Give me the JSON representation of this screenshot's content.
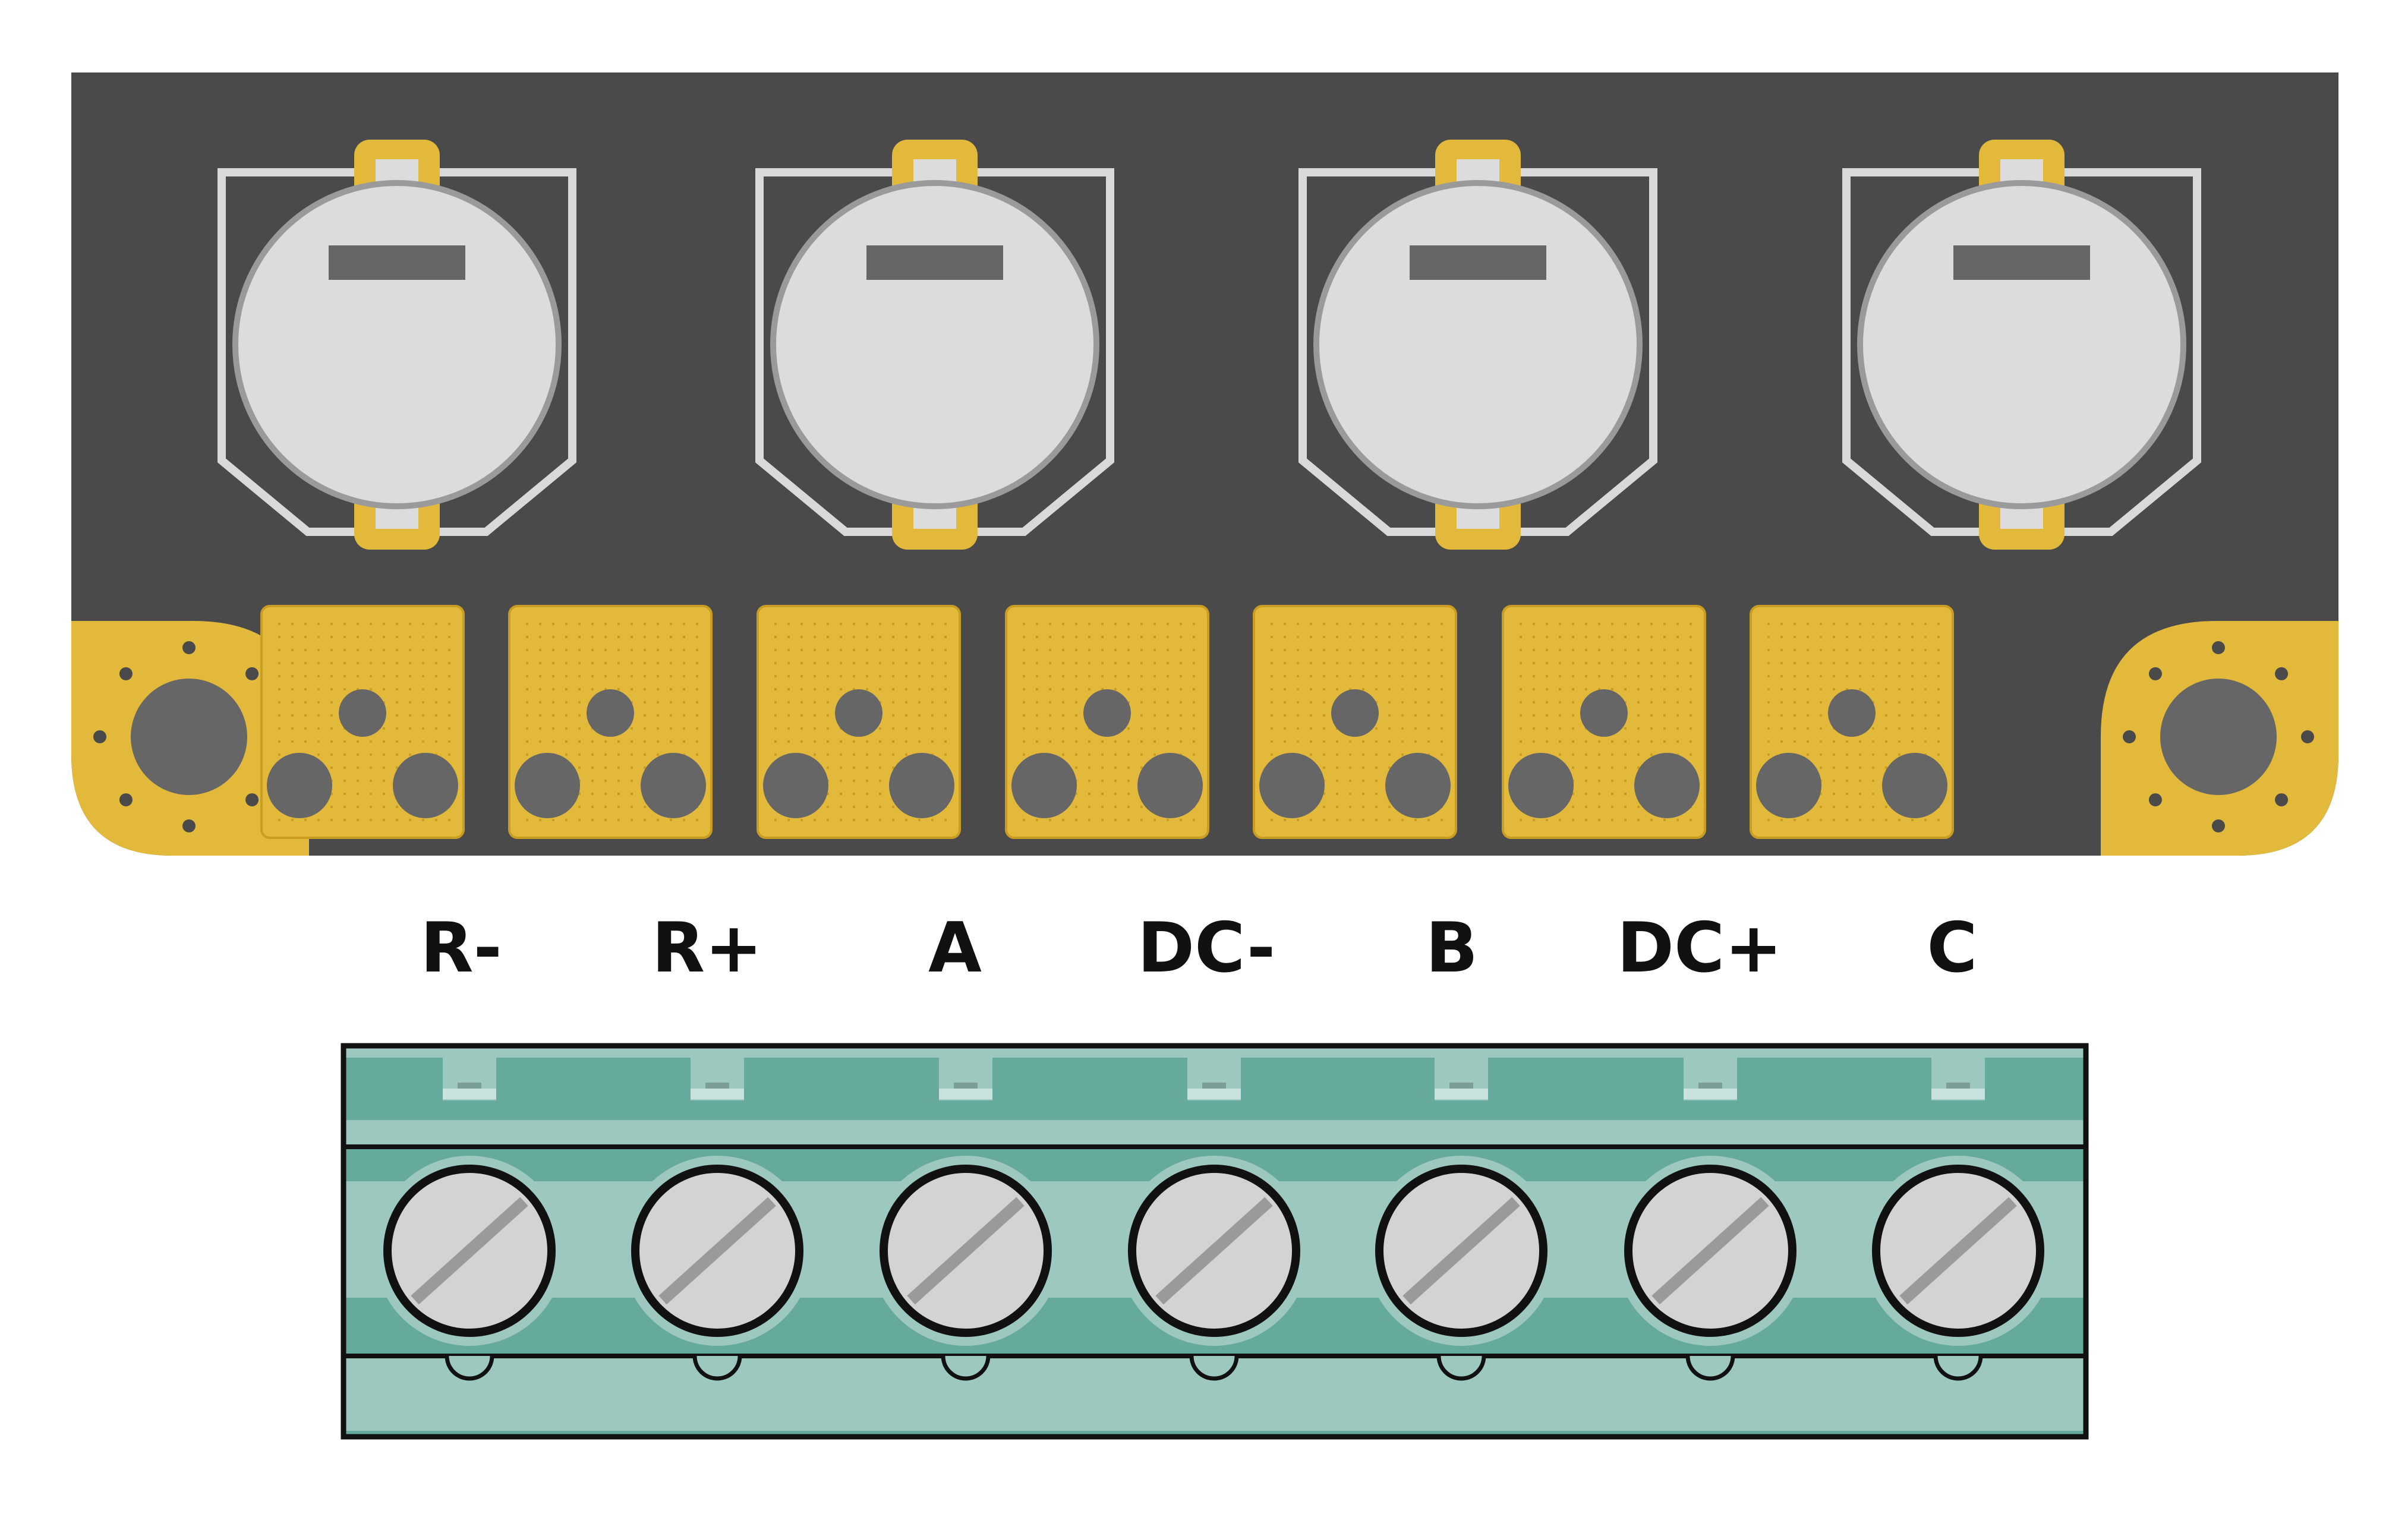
{
  "pins": [
    "R-",
    "R+",
    "A",
    "DC-",
    "B",
    "DC+",
    "C"
  ],
  "colors": {
    "board": "#4a4a4a",
    "gold": "#e2b93b",
    "gold_edge": "#c99d22",
    "battery_fill": "#dcdcdc",
    "battery_edge": "#9a9a9a",
    "battery_slot": "#666666",
    "holder_outline": "#d9d9d9",
    "hole": "#666666",
    "terminal_dark": "#65aa9d",
    "terminal_light": "#9dc8c0",
    "terminal_outline": "#111111",
    "screw_fill": "#d3d3d3",
    "screw_slot": "#9a9a9a",
    "label_text": "#111111"
  },
  "icons": {
    "battery": "coin-cell-icon",
    "pad": "solder-pad-icon",
    "mount": "mounting-hole-icon",
    "screw": "screw-icon"
  }
}
